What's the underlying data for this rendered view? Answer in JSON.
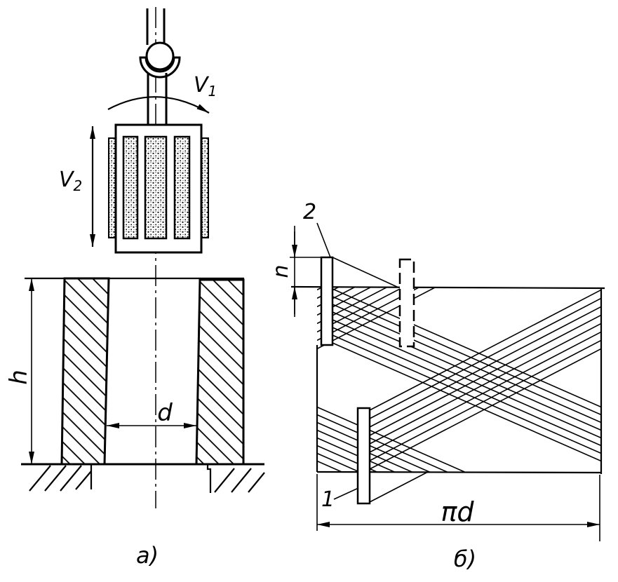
{
  "labels": {
    "v1": {
      "letter": "V",
      "index": "1"
    },
    "v2": {
      "letter": "V",
      "index": "2"
    },
    "h": "h",
    "d": "d",
    "n": "n",
    "stone_2": "2",
    "stone_1": "1",
    "pi_d": "πd",
    "fig_a": "а)",
    "fig_b": "б)"
  },
  "colors": {
    "ink": "#000000",
    "paper": "#ffffff"
  }
}
